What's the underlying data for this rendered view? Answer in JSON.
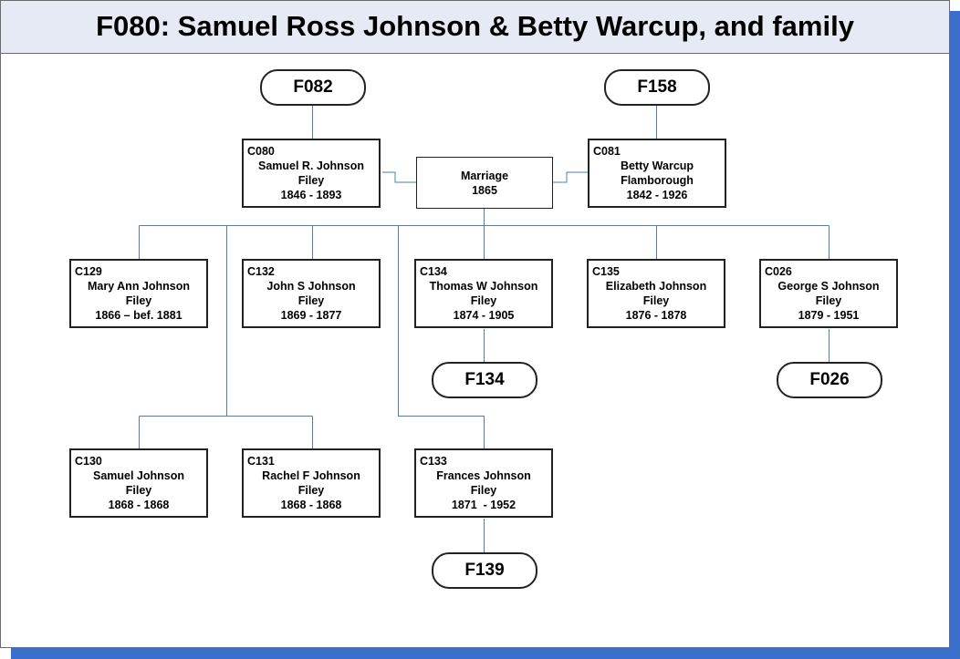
{
  "title": "F080: Samuel Ross Johnson & Betty Warcup, and family",
  "family_links": {
    "f082": "F082",
    "f158": "F158",
    "f134": "F134",
    "f026": "F026",
    "f139": "F139"
  },
  "marriage": {
    "label": "Marriage",
    "year": "1865"
  },
  "parents": {
    "c080": {
      "id": "C080",
      "name": "Samuel R. Johnson",
      "place": "Filey",
      "dates": "1846 - 1893"
    },
    "c081": {
      "id": "C081",
      "name": "Betty Warcup",
      "place": "Flamborough",
      "dates": "1842 - 1926"
    }
  },
  "children": {
    "c129": {
      "id": "C129",
      "name": "Mary Ann Johnson",
      "place": "Filey",
      "dates": "1866 – bef. 1881"
    },
    "c132": {
      "id": "C132",
      "name": "John S Johnson",
      "place": "Filey",
      "dates": "1869 - 1877"
    },
    "c134": {
      "id": "C134",
      "name": "Thomas W Johnson",
      "place": "Filey",
      "dates": "1874 - 1905"
    },
    "c135": {
      "id": "C135",
      "name": "Elizabeth Johnson",
      "place": "Filey",
      "dates": "1876 - 1878"
    },
    "c026": {
      "id": "C026",
      "name": "George S Johnson",
      "place": "Filey",
      "dates": "1879 - 1951"
    },
    "c130": {
      "id": "C130",
      "name": "Samuel Johnson",
      "place": "Filey",
      "dates": "1868 - 1868"
    },
    "c131": {
      "id": "C131",
      "name": "Rachel F Johnson",
      "place": "Filey",
      "dates": "1868 - 1868"
    },
    "c133": {
      "id": "C133",
      "name": "Frances Johnson",
      "place": "Filey",
      "dates": "1871  - 1952"
    }
  },
  "colors": {
    "shadow": "#3b6fcd",
    "header_bg": "#e6eaf4",
    "connector": "#4a7ebb"
  }
}
